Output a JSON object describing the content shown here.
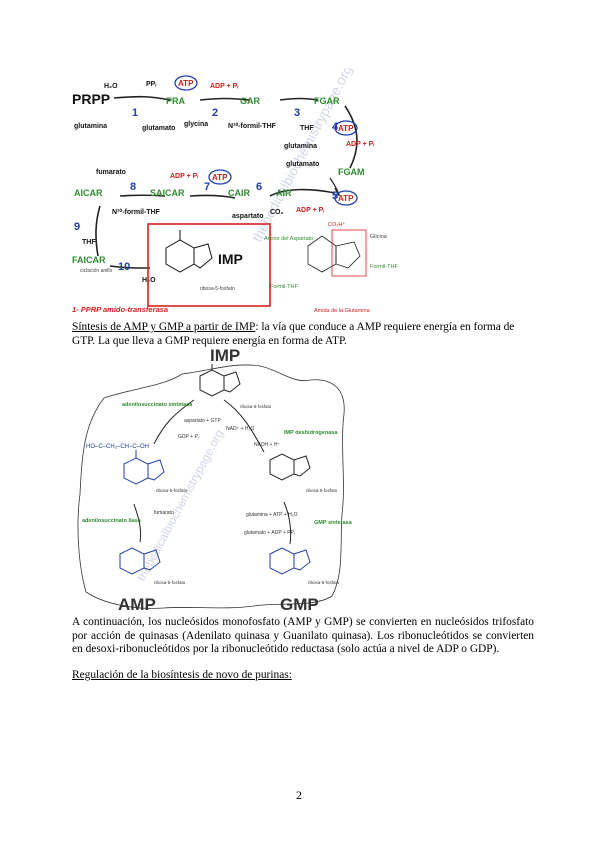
{
  "figure1": {
    "nodes": {
      "prpp": "PRPP",
      "pra": "PRA",
      "gar": "GAR",
      "fgar": "FGAR",
      "fgam": "FGAM",
      "air": "AIR",
      "cair": "CAIR",
      "saicar": "SAICAR",
      "aicar": "AICAR",
      "faicar": "FAICAR",
      "imp": "IMP"
    },
    "enzyme_numbers": [
      "1",
      "2",
      "3",
      "4",
      "5",
      "6",
      "7",
      "8",
      "9",
      "10"
    ],
    "reagents": {
      "h2o": "H₂O",
      "ppi": "PPᵢ",
      "glutamina1": "glutamina",
      "glutamato1": "glutamato",
      "atp1": "ATP",
      "adp_pi1": "ADP + Pᵢ",
      "glycina": "glycina",
      "n10_formil_thf1": "N¹⁰-formil-THF",
      "thf1": "THF",
      "atp2": "ATP",
      "glutamina2": "glutamina",
      "glutamato2": "glutamato",
      "adp_pi2": "ADP + Pᵢ",
      "atp3": "ATP",
      "adp_pi3": "ADP + Pᵢ",
      "co2": "CO₂",
      "aspartato": "aspartato",
      "adp_pi4": "ADP + Pᵢ",
      "atp4": "ATP",
      "fumarato": "fumarato",
      "n10_formil_thf2": "N¹⁰-formil-THF",
      "thf2": "THF",
      "h2o_2": "H₂O",
      "ribosa": "ribosa-5-fosfato",
      "cycl": "ciclación anillo"
    },
    "legend": "1-  PPRP amido-transferasa",
    "origins": {
      "asp": "Amino del Aspartato",
      "gly": "Glicina",
      "co2": "CO₂H⁺",
      "fthf1": "Formil-THF",
      "fthf2": "Formil-THF",
      "gln": "Amida de la Glutamina"
    },
    "watermark": "thebedicalbiochemistrypage.org"
  },
  "paragraph1": {
    "underlined": "Síntesis de AMP y GMP a partir de IMP",
    "rest": ": la vía que conduce a AMP requiere energía en forma de GTP. La que lleva a GMP requiere energía en forma de ATP."
  },
  "figure2": {
    "imp": "IMP",
    "amp": "AMP",
    "gmp": "GMP",
    "enz_adenilo_sint": "adenilosuccinato sintetasa",
    "enz_adenilo_liasa": "adenilosuccinato liasa",
    "enz_imp_dh": "IMP deshidrogenasa",
    "enz_gmp_sint": "GMP sintetasa",
    "asp_gtp": "aspartato + GTP",
    "gdp_pi": "GDP + Pᵢ",
    "fumarato": "fumarato",
    "nad_h2o": "NAD⁺ + H₂O",
    "nadh": "NADH + H⁺",
    "gln_atp": "glutamina + ATP + H₂O",
    "glu_adp": "glutamato + ADP + PPᵢ",
    "ribosa": "ribosa-5-fosfato",
    "succ_chain": "HO–C–CH₂–CH–C–OH"
  },
  "paragraph2": "A continuación, los nucleósidos monofosfato (AMP y GMP) se convierten en nucleósidos trifosfato por acción de quinasas (Adenilato quinasa y Guanilato quinasa). Los ribonucleótidos se convierten en desoxi-ribonucleótidos por la ribonucleótido reductasa (solo actúa a nivel de ADP o GDP).",
  "heading": "Regulación de la biosíntesis de novo de purinas:",
  "page_number": "2"
}
